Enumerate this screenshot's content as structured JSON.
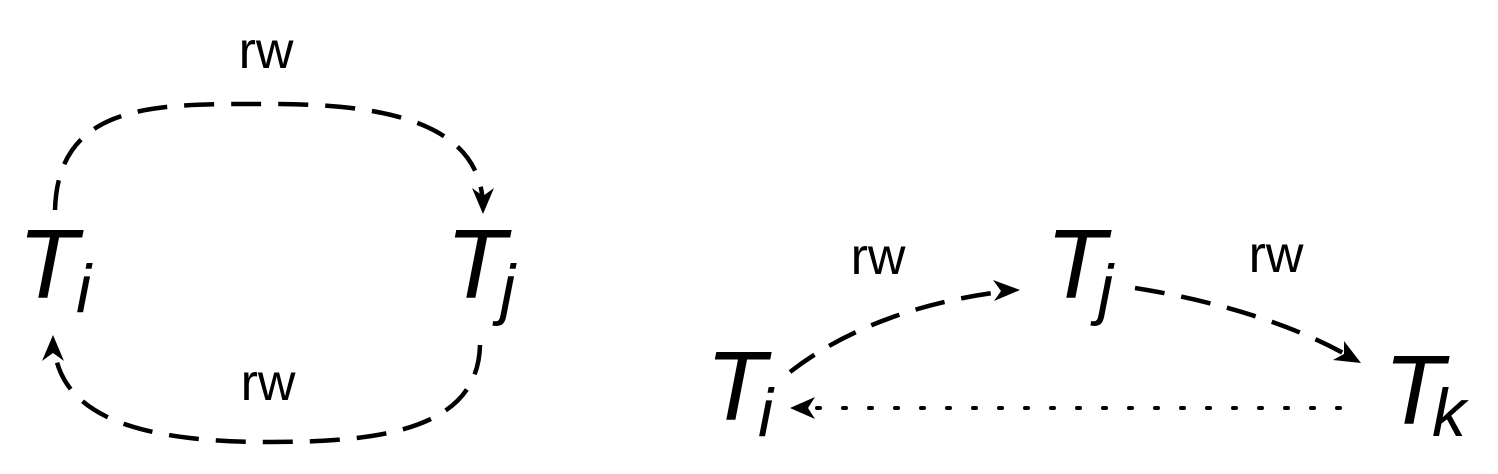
{
  "left_cycle": {
    "nodes": [
      {
        "symbol": "T",
        "subscript": "i"
      },
      {
        "symbol": "T",
        "subscript": "j"
      }
    ],
    "edges": [
      {
        "label": "rw",
        "style": "dashed"
      },
      {
        "label": "rw",
        "style": "dashed"
      }
    ]
  },
  "right_cycle": {
    "nodes": [
      {
        "symbol": "T",
        "subscript": "i"
      },
      {
        "symbol": "T",
        "subscript": "j"
      },
      {
        "symbol": "T",
        "subscript": "k"
      }
    ],
    "edges": [
      {
        "label": "rw",
        "style": "dashed"
      },
      {
        "label": "rw",
        "style": "dashed"
      },
      {
        "label": "",
        "style": "dotted"
      }
    ]
  },
  "colors": {
    "ink": "#000000",
    "background": "#ffffff"
  }
}
